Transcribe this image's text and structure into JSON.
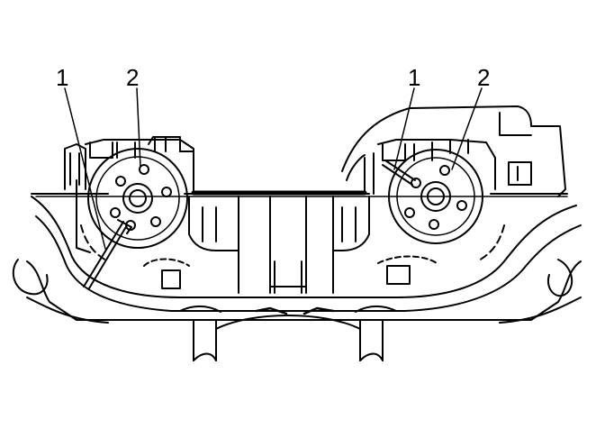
{
  "callouts": {
    "left_1": "1",
    "left_2": "2",
    "right_1": "1",
    "right_2": "2"
  },
  "colors": {
    "line": "#000000",
    "background": "#ffffff"
  }
}
